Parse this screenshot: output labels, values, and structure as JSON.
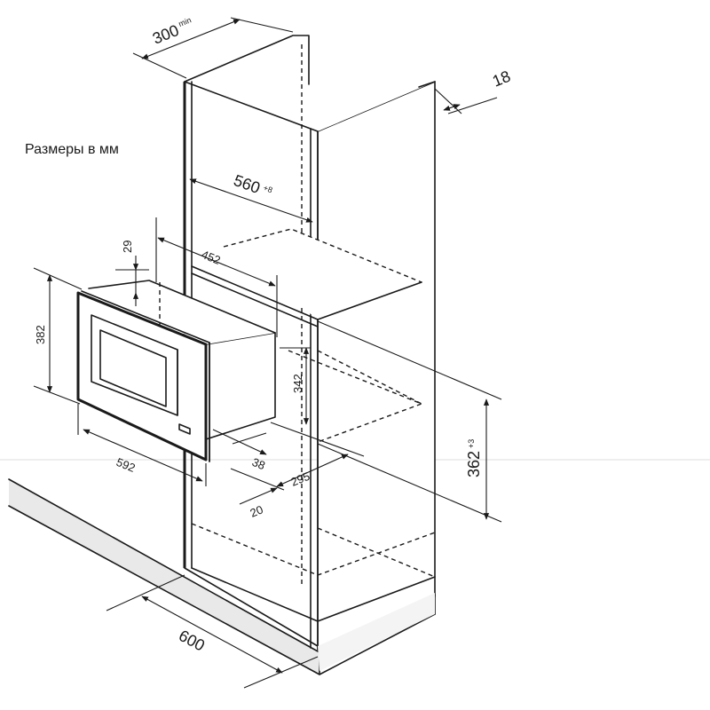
{
  "title": "Размеры в мм",
  "dimensions": {
    "cab_depth": "300",
    "cab_depth_sup": "min",
    "side_thickness": "18",
    "inner_width": "560",
    "inner_width_sup": "+8",
    "mw_depth": "452",
    "top_gap": "29",
    "frame_height": "382",
    "body_height": "342",
    "niche_height": "362",
    "niche_height_sup": "+3",
    "frame_width": "592",
    "frame_depth": "38",
    "offset": "20",
    "shelf_depth": "295",
    "cab_width": "600"
  }
}
